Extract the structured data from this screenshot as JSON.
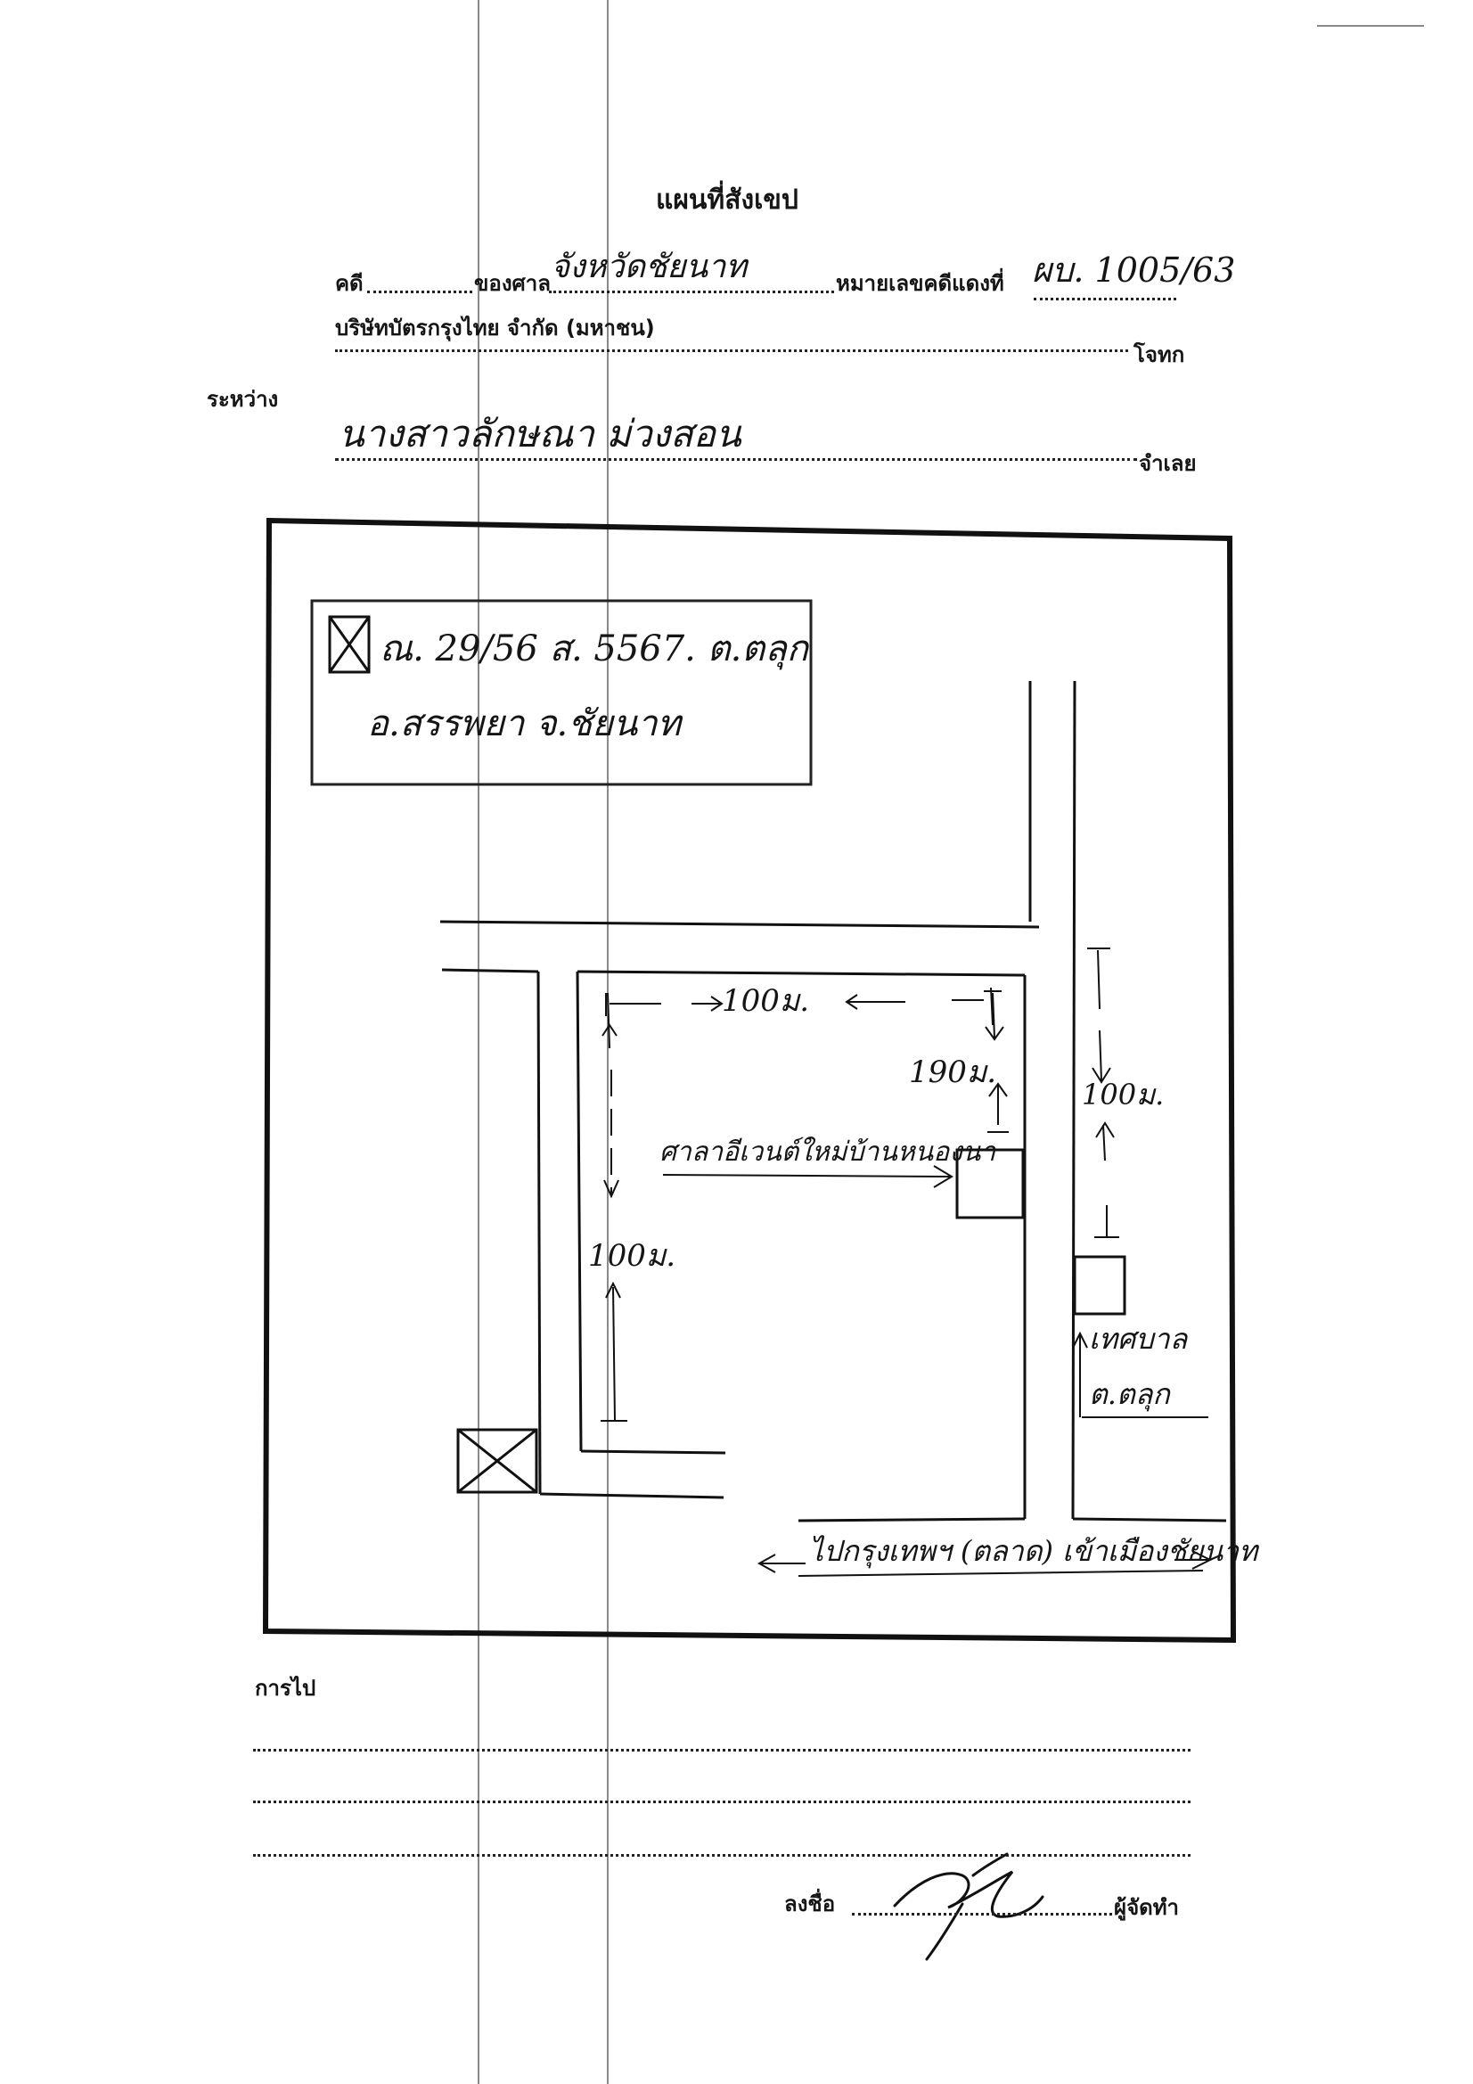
{
  "header": {
    "title": "แผนที่สังเขป",
    "case_label": "คดี",
    "court_label": "ของศาล",
    "court_value": "จังหวัดชัยนาท",
    "case_no_label": "หมายเลขคดีแดงที่",
    "case_no_value": "ผบ. 1005/63",
    "plaintiff_name": "บริษัทบัตรกรุงไทย จำกัด (มหาชน)",
    "plaintiff_label": "โจทก",
    "between_label": "ระหว่าง",
    "defendant_name": "นางสาวลักษณา ม่วงสอน",
    "defendant_label": "จำเลย"
  },
  "map": {
    "address_line1": "ณ. 29/56 ส. 5567. ต.ตลุก",
    "address_line2": "อ.สรรพยา จ.ชัยนาท",
    "dist_top": "100ม.",
    "dist_right": "190ม.",
    "dist_left": "100ม.",
    "dist_road": "100ม.",
    "landmark_label": "ศาลาอีเวนต์ใหม่บ้านหนองนา",
    "office_label_1": "เทศบาล",
    "office_label_2": "ต.ตลุก",
    "main_road_label": "ไปกรุงเทพฯ (ตลาด) เข้าเมืองชัยนาท"
  },
  "directions": {
    "label": "การไป"
  },
  "signature": {
    "sign_label": "ลงชื่อ",
    "maker_label": "ผู้จัดทำ"
  }
}
